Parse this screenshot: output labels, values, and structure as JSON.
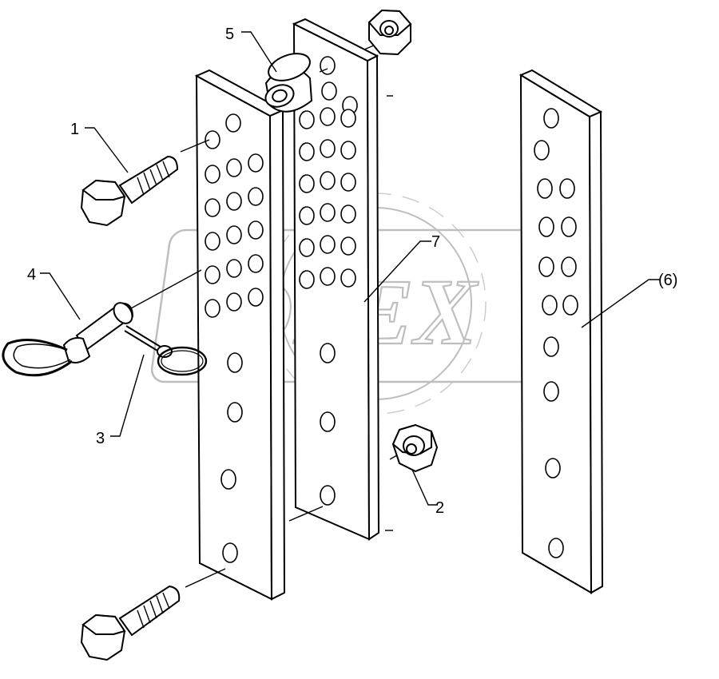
{
  "diagram": {
    "background": "#ffffff",
    "ink": "#000000",
    "watermark_color": "#b8b8b8",
    "watermark_text": "OPEX",
    "callouts": [
      {
        "id": "c1",
        "label": "1"
      },
      {
        "id": "c2",
        "label": "2"
      },
      {
        "id": "c3",
        "label": "3"
      },
      {
        "id": "c4",
        "label": "4"
      },
      {
        "id": "c5",
        "label": "5"
      },
      {
        "id": "c6",
        "label": "(6)"
      },
      {
        "id": "c7",
        "label": "7"
      }
    ]
  }
}
